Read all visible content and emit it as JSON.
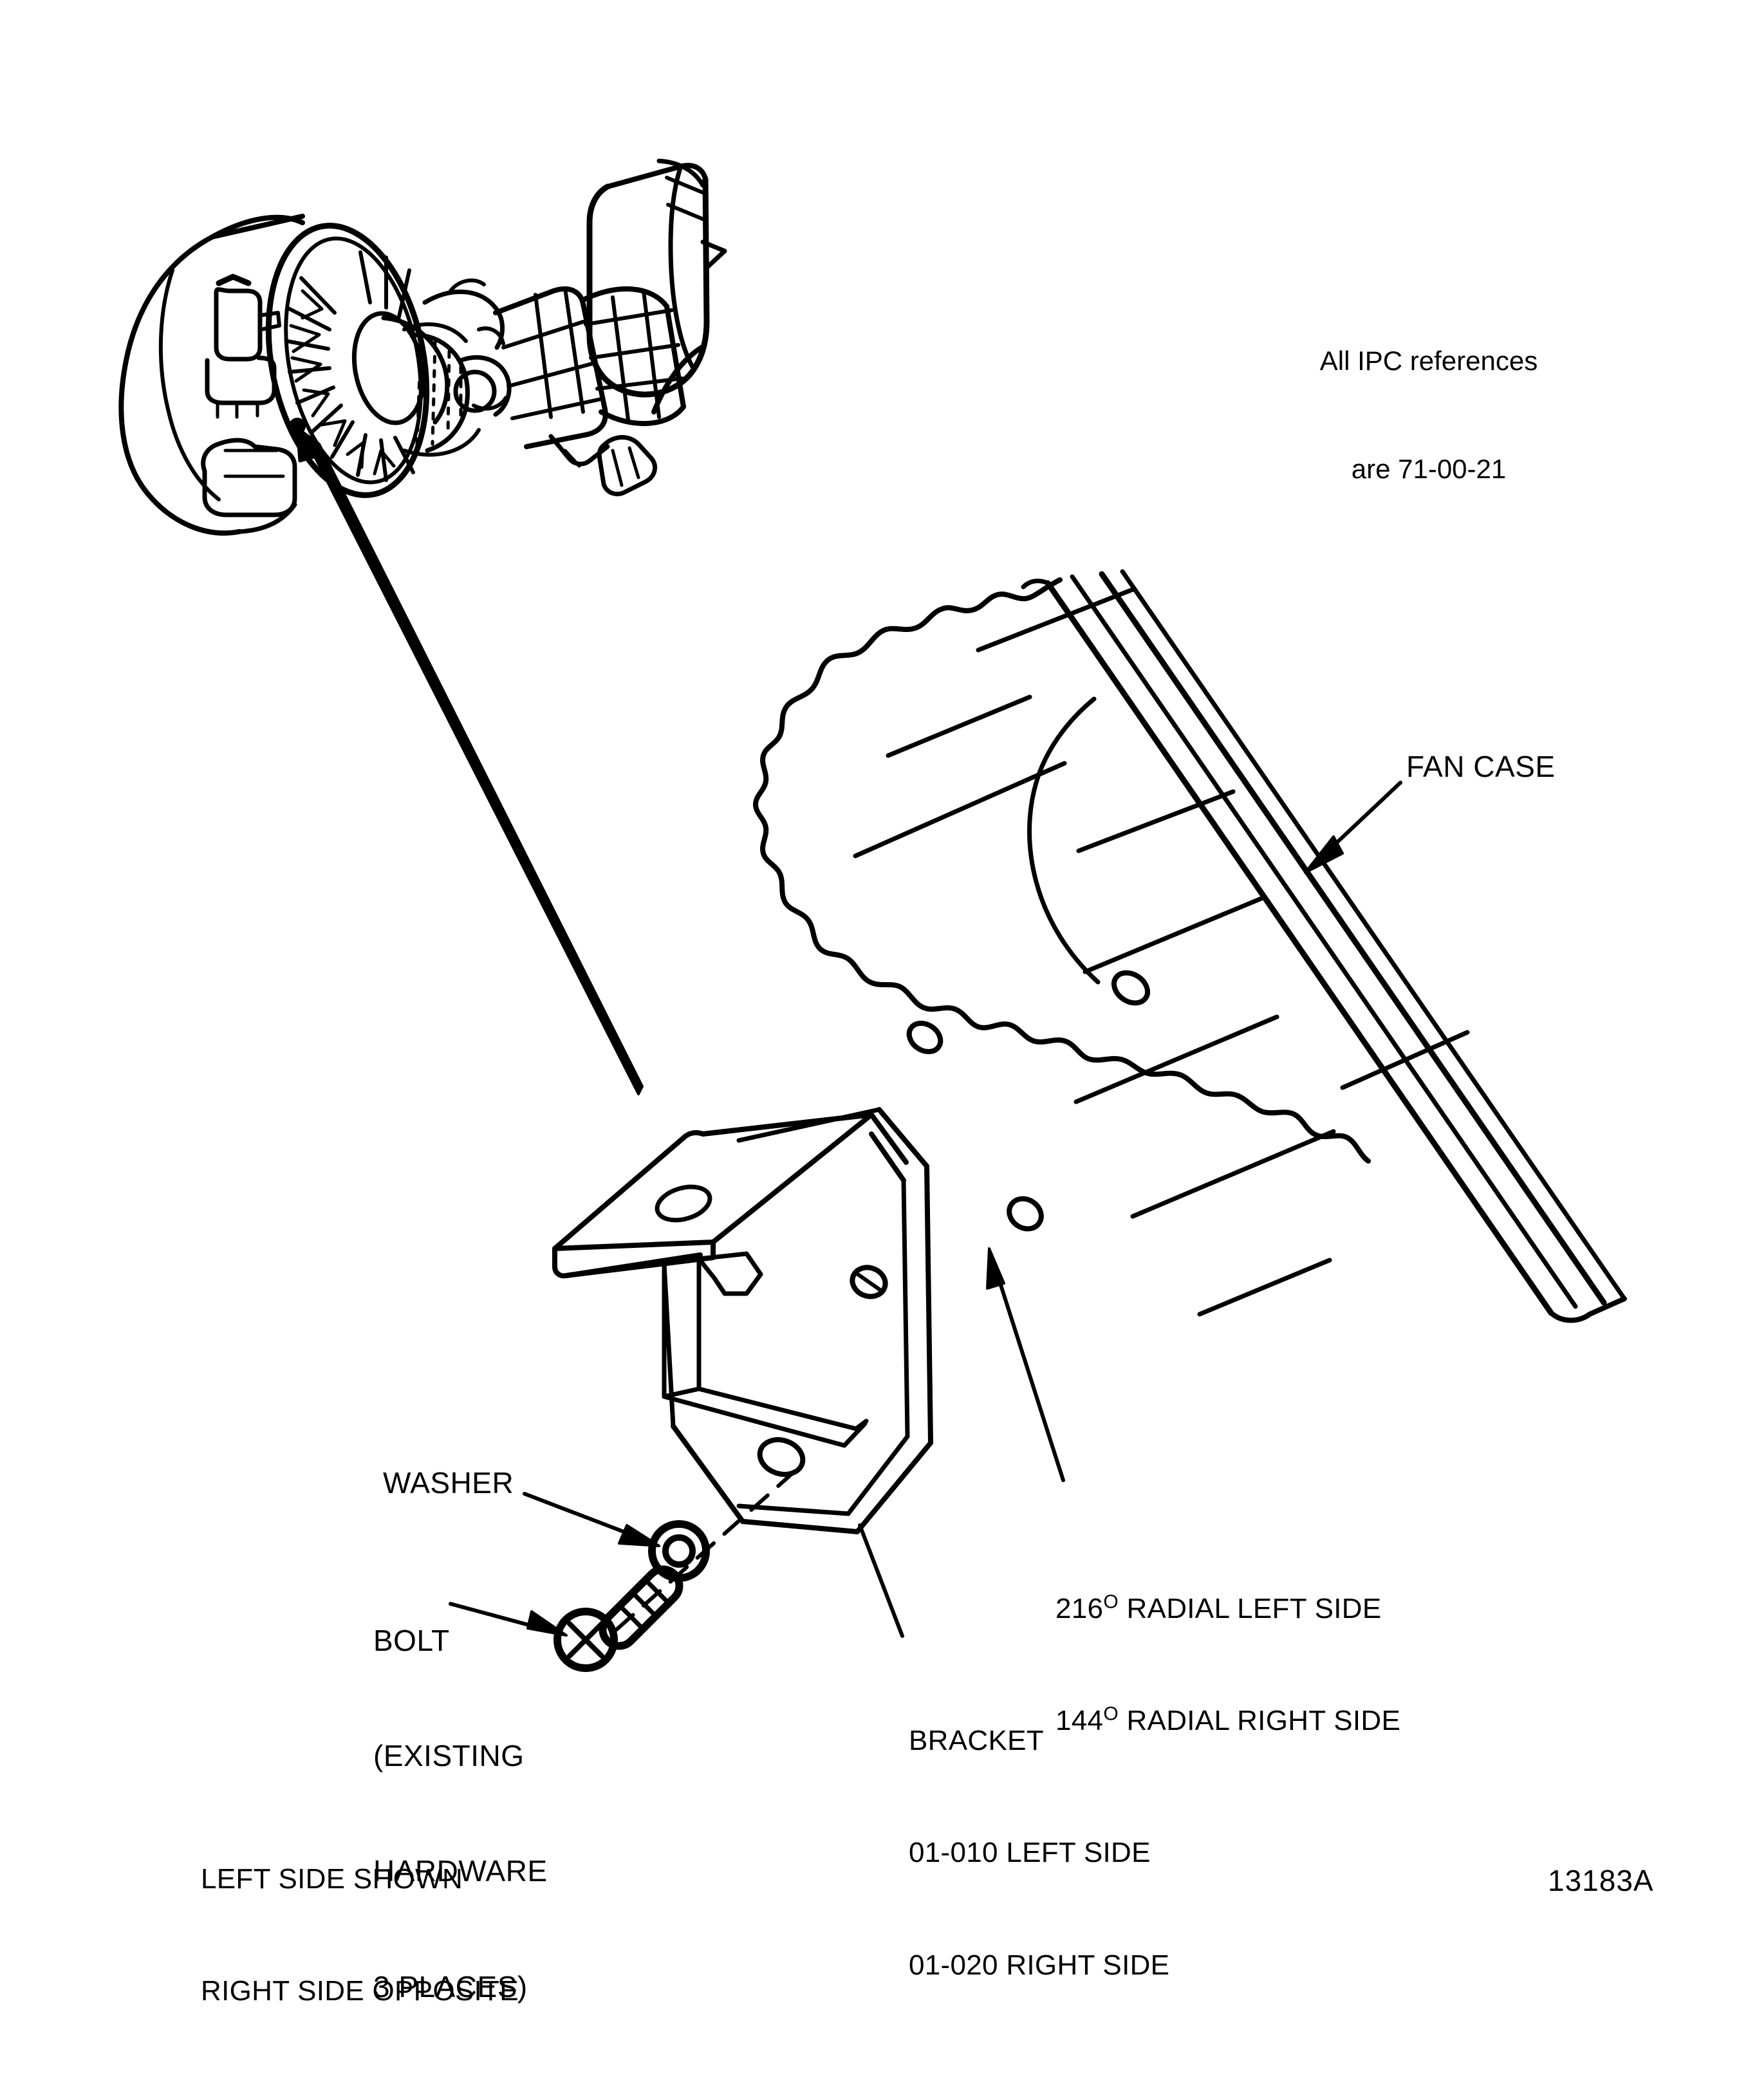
{
  "figure": {
    "figure_number": "13183A",
    "ipc_note_line1": "All IPC references",
    "ipc_note_line2": "are 71-00-21",
    "callouts": {
      "fan_case": "FAN CASE",
      "washer": "WASHER",
      "bolt_line1": "BOLT",
      "bolt_line2": "(EXISTING",
      "bolt_line3": "HARDWARE",
      "bolt_line4": "3 PLACES)",
      "radial_line1_value": "216",
      "radial_line1_text": " RADIAL LEFT SIDE",
      "radial_line2_value": "144",
      "radial_line2_text": " RADIAL RIGHT SIDE",
      "degree_symbol": "O",
      "bracket_title": "BRACKET",
      "bracket_left": "01-010 LEFT SIDE",
      "bracket_right": "01-020 RIGHT SIDE"
    },
    "notes": {
      "side_note_line1": "LEFT SIDE SHOWN",
      "side_note_line2": "RIGHT SIDE OPPOSITE"
    },
    "colors": {
      "line": "#000000",
      "background": "#ffffff"
    }
  }
}
